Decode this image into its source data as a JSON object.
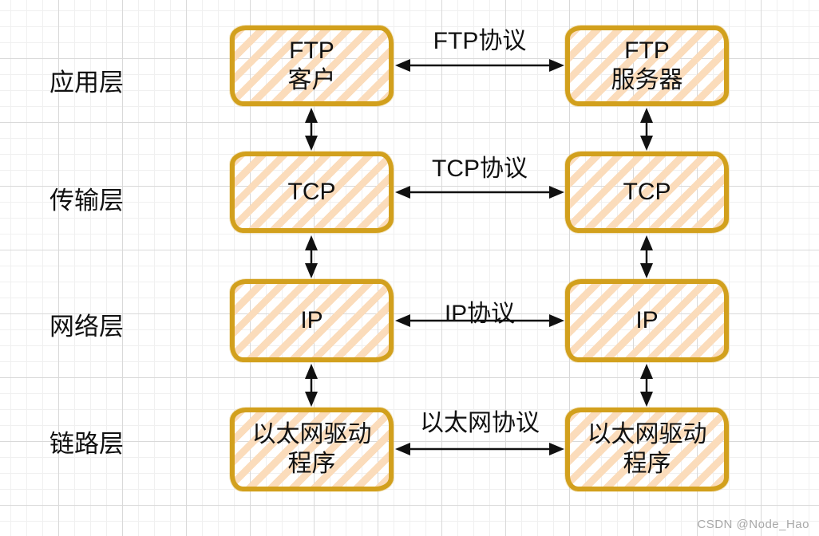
{
  "layers": [
    {
      "label": "应用层",
      "protocol": "FTP协议",
      "left_lines": [
        "FTP",
        "客户"
      ],
      "right_lines": [
        "FTP",
        "服务器"
      ]
    },
    {
      "label": "传输层",
      "protocol": "TCP协议",
      "left_lines": [
        "TCP"
      ],
      "right_lines": [
        "TCP"
      ]
    },
    {
      "label": "网络层",
      "protocol": "IP协议",
      "left_lines": [
        "IP"
      ],
      "right_lines": [
        "IP"
      ]
    },
    {
      "label": "链路层",
      "protocol": "以太网协议",
      "left_lines": [
        "以太网驱动",
        "程序"
      ],
      "right_lines": [
        "以太网驱动",
        "程序"
      ]
    }
  ],
  "watermark": {
    "text": "CSDN @Node_Hao"
  },
  "colors": {
    "box_border": "#d2a01d",
    "box_stripe": "#fbdcbb",
    "arrow": "#111111",
    "grid_minor": "#f0f0f0",
    "grid_major": "#d9d9d9",
    "watermark_text": "#a8a8a8"
  }
}
